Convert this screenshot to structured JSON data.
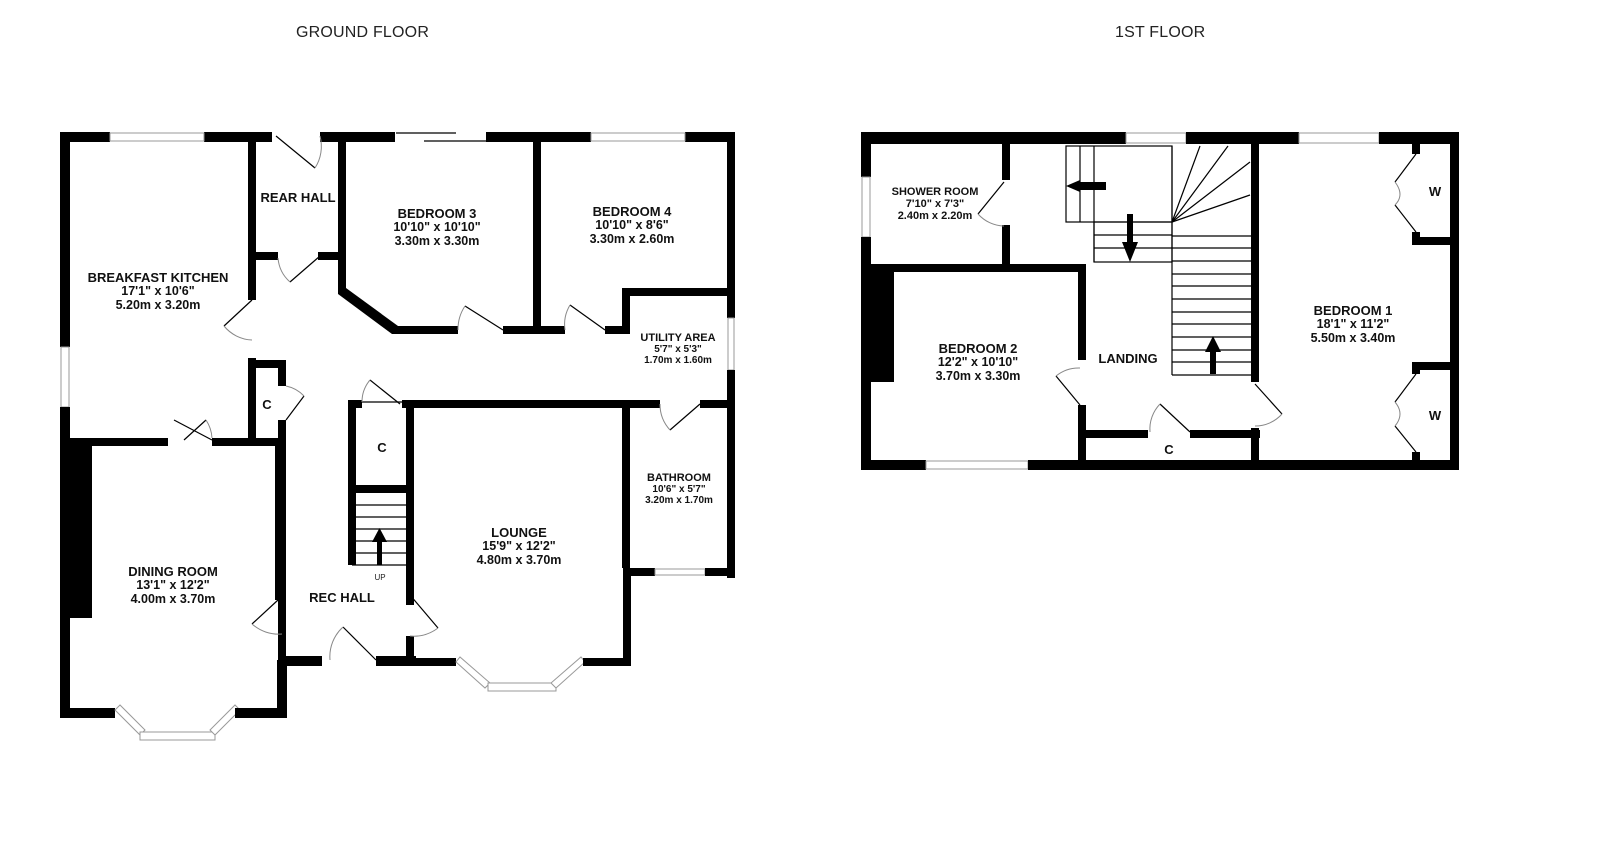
{
  "floors": {
    "ground": {
      "title": "GROUND FLOOR",
      "rooms": {
        "breakfast_kitchen": {
          "name": "BREAKFAST KITCHEN",
          "imperial": "17'1\"  x 10'6\"",
          "metric": "5.20m  x 3.20m"
        },
        "rear_hall": {
          "name": "REAR HALL"
        },
        "bedroom3": {
          "name": "BEDROOM 3",
          "imperial": "10'10\"  x 10'10\"",
          "metric": "3.30m  x 3.30m"
        },
        "bedroom4": {
          "name": "BEDROOM 4",
          "imperial": "10'10\"  x 8'6\"",
          "metric": "3.30m  x 2.60m"
        },
        "utility_area": {
          "name": "UTILITY AREA",
          "imperial": "5'7\"  x 5'3\"",
          "metric": "1.70m  x 1.60m"
        },
        "bathroom": {
          "name": "BATHROOM",
          "imperial": "10'6\"  x 5'7\"",
          "metric": "3.20m  x 1.70m"
        },
        "dining_room": {
          "name": "DINING ROOM",
          "imperial": "13'1\"  x 12'2\"",
          "metric": "4.00m  x 3.70m"
        },
        "lounge": {
          "name": "LOUNGE",
          "imperial": "15'9\"  x 12'2\"",
          "metric": "4.80m  x 3.70m"
        },
        "rec_hall": {
          "name": "REC HALL"
        },
        "cupboard1": {
          "name": "C"
        },
        "cupboard2": {
          "name": "C"
        }
      },
      "stairs_label": "UP"
    },
    "first": {
      "title": "1ST FLOOR",
      "rooms": {
        "shower_room": {
          "name": "SHOWER ROOM",
          "imperial": "7'10\"  x 7'3\"",
          "metric": "2.40m  x 2.20m"
        },
        "bedroom2": {
          "name": "BEDROOM 2",
          "imperial": "12'2\"  x 10'10\"",
          "metric": "3.70m  x 3.30m"
        },
        "landing": {
          "name": "LANDING"
        },
        "bedroom1": {
          "name": "BEDROOM 1",
          "imperial": "18'1\"  x 11'2\"",
          "metric": "5.50m  x 3.40m"
        },
        "wardrobe1": {
          "name": "W"
        },
        "wardrobe2": {
          "name": "W"
        },
        "cupboard": {
          "name": "C"
        }
      }
    }
  }
}
